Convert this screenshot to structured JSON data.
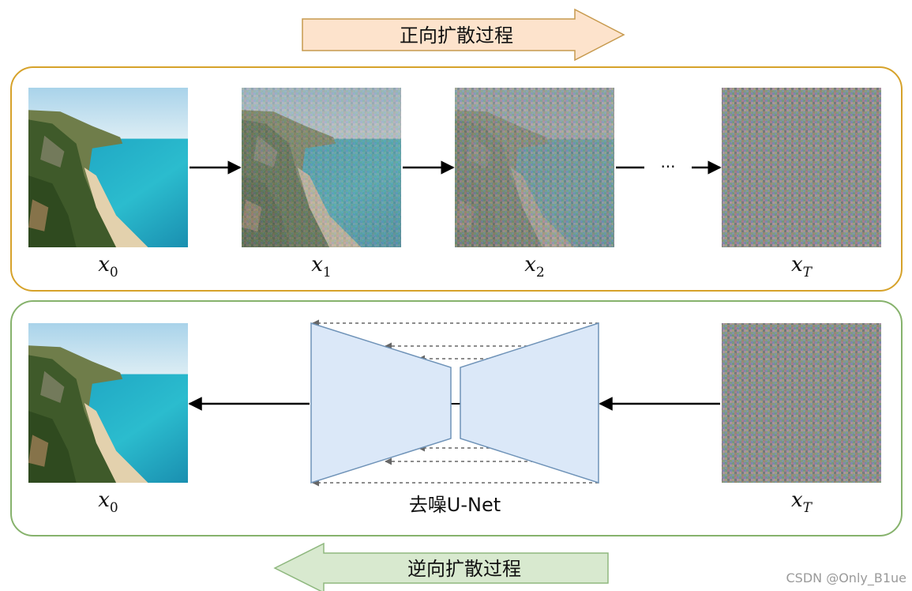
{
  "forward_banner": {
    "label": "正向扩散过程",
    "fill": "#fde3cc",
    "stroke": "#c79a4e"
  },
  "reverse_banner": {
    "label": "逆向扩散过程",
    "fill": "#d8e9cf",
    "stroke": "#8fb87f"
  },
  "forward_panel": {
    "border_color": "#d6a22a",
    "images": [
      {
        "var": "x",
        "sub": "0",
        "noise": 0.0
      },
      {
        "var": "x",
        "sub": "1",
        "noise": 0.45
      },
      {
        "var": "x",
        "sub": "2",
        "noise": 0.75
      },
      {
        "var": "x",
        "sub": "T",
        "noise": 1.0
      }
    ],
    "ellipsis": "···"
  },
  "reverse_panel": {
    "border_color": "#86b26c",
    "output_image": {
      "var": "x",
      "sub": "0",
      "noise": 0.0
    },
    "input_image": {
      "var": "x",
      "sub": "T",
      "noise": 1.0
    },
    "unet": {
      "label": "去噪U-Net",
      "fill": "#dbe8f8",
      "stroke": "#6f93b8"
    }
  },
  "watermark": "CSDN @Only_B1ue"
}
